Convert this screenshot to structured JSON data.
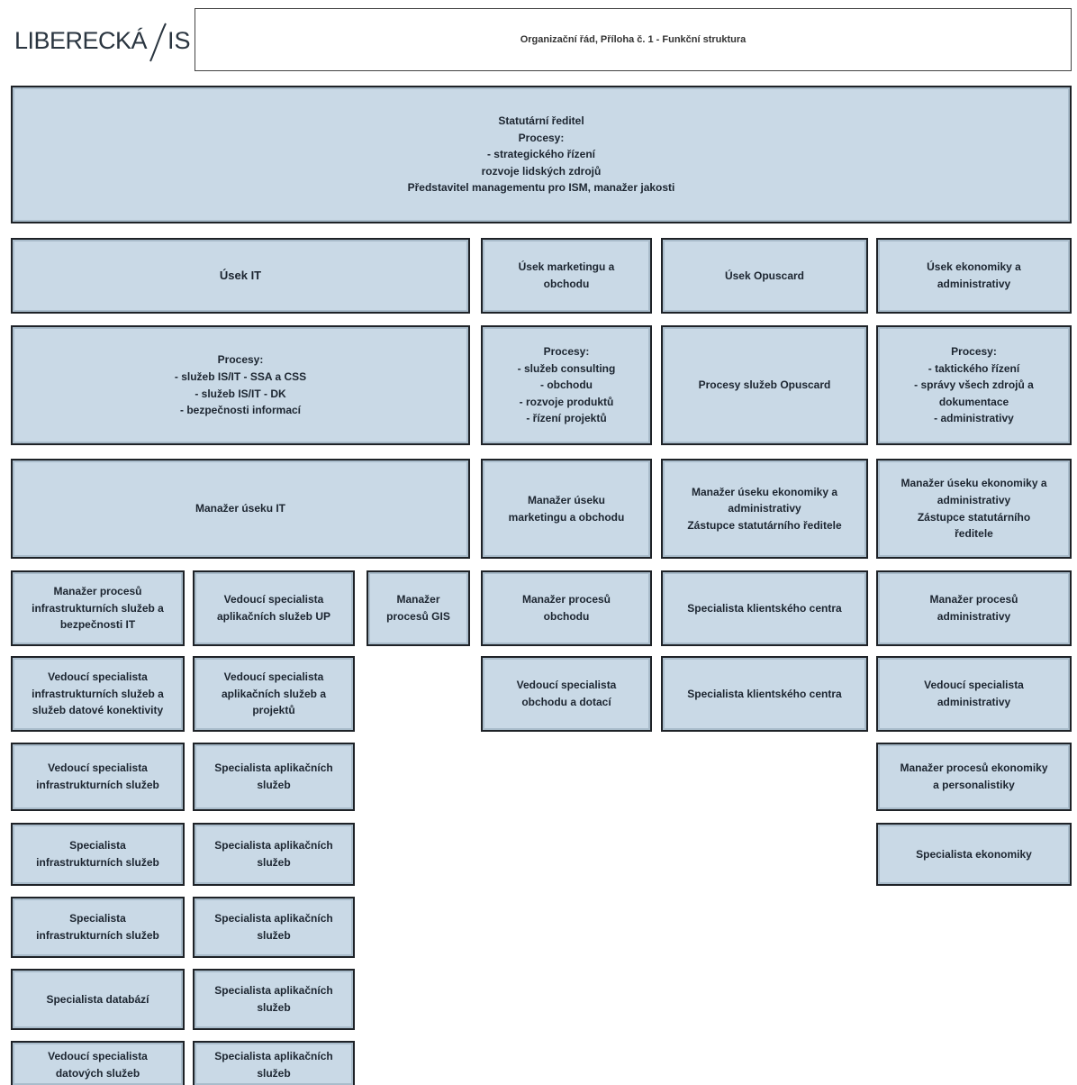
{
  "logo": {
    "text_left": "LIBERECKÁ",
    "text_right": "IS"
  },
  "header": {
    "title": "Organizační řád, Příloha č. 1 - Funkční struktura"
  },
  "boxes": {
    "top": "Statutární ředitel\nProcesy:\n- strategického řízení\nrozvoje lidských zdrojů\nPředstavitel managementu pro ISM, manažer jakosti",
    "it_title": "Úsek IT",
    "mo_title": "Úsek marketingu a\nobchodu",
    "op_title": "Úsek Opuscard",
    "ek_title": "Úsek ekonomiky a\nadministrativy",
    "it_proc": "Procesy:\n- služeb IS/IT - SSA a CSS\n- služeb IS/IT - DK\n- bezpečnosti informací",
    "mo_proc": "Procesy:\n- služeb consulting\n- obchodu\n- rozvoje produktů\n- řízení projektů",
    "op_proc": "Procesy služeb Opuscard",
    "ek_proc": "Procesy:\n- taktického řízení\n- správy všech zdrojů a\ndokumentace\n- administrativy",
    "it_mgr": "Manažer úseku IT",
    "mo_mgr": "Manažer úseku\nmarketingu a obchodu",
    "op_mgr": "Manažer úseku ekonomiky a\nadministrativy\nZástupce statutárního ředitele",
    "ek_mgr": "Manažer úseku ekonomiky a\nadministrativy\nZástupce statutárního\nředitele",
    "it_a1": "Manažer procesů\ninfrastrukturních služeb a\nbezpečnosti IT",
    "it_b1": "Vedoucí specialista\naplikačních služeb UP",
    "it_gis": "Manažer\nprocesů GIS",
    "mo_1": "Manažer procesů\nobchodu",
    "op_1": "Specialista klientského centra",
    "ek_1": "Manažer procesů\nadministrativy",
    "it_a2": "Vedoucí specialista\ninfrastrukturních služeb a\nslužeb datové konektivity",
    "it_b2": "Vedoucí specialista\naplikačních služeb a\nprojektů",
    "mo_2": "Vedoucí specialista\nobchodu a dotací",
    "op_2": "Specialista klientského centra",
    "ek_2": "Vedoucí specialista\nadministrativy",
    "it_a3": "Vedoucí specialista\ninfrastrukturních služeb",
    "it_b3": "Specialista aplikačních\nslužeb",
    "ek_3": "Manažer procesů ekonomiky\na personalistiky",
    "it_a4": "Specialista\ninfrastrukturních služeb",
    "it_b4": "Specialista aplikačních\nslužeb",
    "ek_4": "Specialista ekonomiky",
    "it_a5": "Specialista\ninfrastrukturních služeb",
    "it_b5": "Specialista aplikačních\nslužeb",
    "it_a6": "Specialista databází",
    "it_b6": "Specialista aplikačních\nslužeb",
    "it_a7": "Vedoucí specialista\ndatových služeb",
    "it_b7": "Specialista aplikačních\nslužeb"
  }
}
